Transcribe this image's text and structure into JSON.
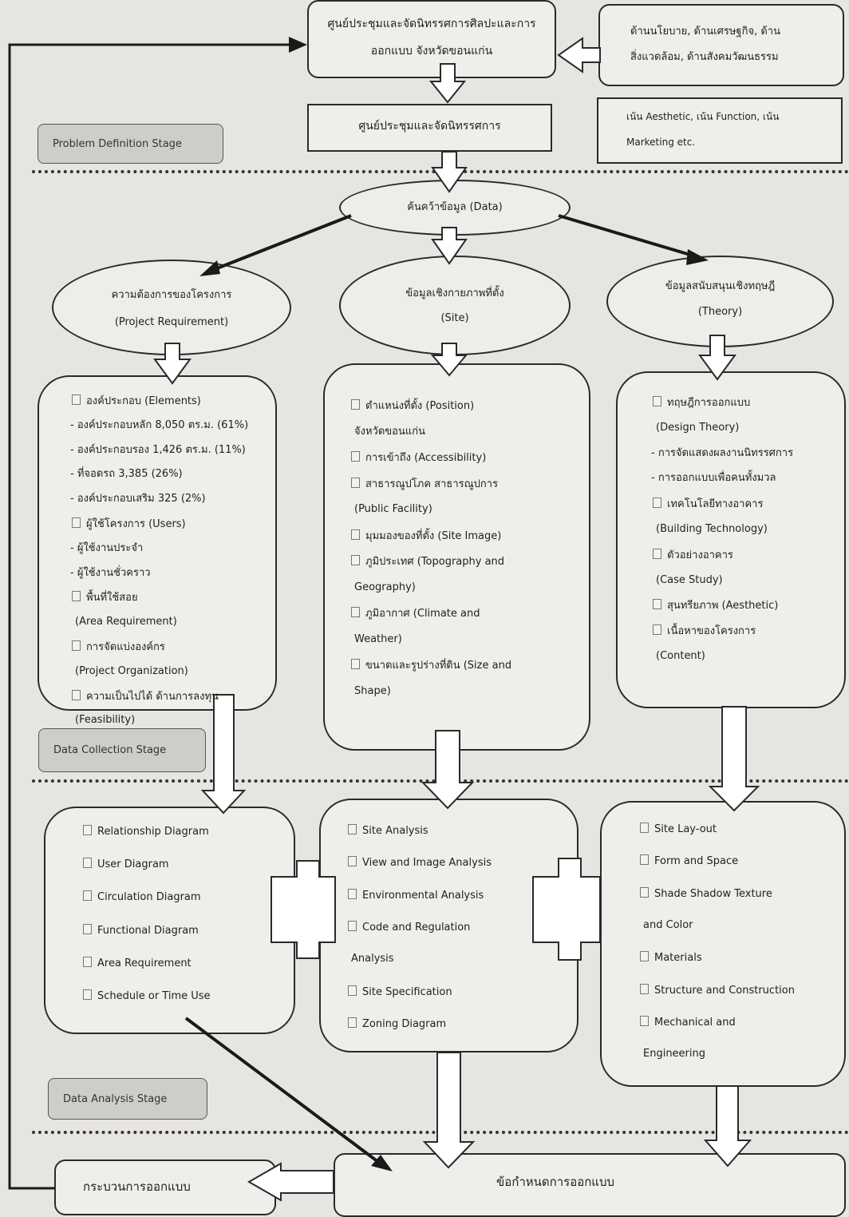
{
  "top": {
    "main_title_line1": "ศูนย์ประชุมและจัดนิทรรศการศิลปะและการ",
    "main_title_line2": "ออกแบบ จังหวัดขอนแก่น",
    "aspects_line1": "ด้านนโยบาย, ด้านเศรษฐกิจ, ด้าน",
    "aspects_line2": "สิ่งแวดล้อม, ด้านสังคมวัฒนธรรม",
    "sub_title": "ศูนย์ประชุมและจัดนิทรรศการ",
    "focus_line1": "เน้น Aesthetic, เน้น Function, เน้น",
    "focus_line2": "Marketing etc."
  },
  "stages": {
    "problem": "Problem Definition Stage",
    "collection": "Data Collection Stage",
    "analysis": "Data Analysis Stage"
  },
  "data_node": "ค้นคว้าข้อมูล (Data)",
  "ellipses": {
    "left_line1": "ความต้องการของโครงการ",
    "left_line2": "(Project Requirement)",
    "mid_line1": "ข้อมูลเชิงกายภาพที่ตั้ง",
    "mid_line2": "(Site)",
    "right_line1": "ข้อมูลสนับสนุนเชิงทฤษฎี",
    "right_line2": "(Theory)"
  },
  "collection": {
    "left": [
      {
        "text": "องค์ประกอบ (Elements)",
        "check": true
      },
      {
        "text": "- องค์ประกอบหลัก 8,050 ตร.ม. (61%)",
        "check": false
      },
      {
        "text": "- องค์ประกอบรอง 1,426 ตร.ม. (11%)",
        "check": false
      },
      {
        "text": "- ที่จอดรถ 3,385 (26%)",
        "check": false
      },
      {
        "text": "- องค์ประกอบเสริม 325 (2%)",
        "check": false
      },
      {
        "text": "ผู้ใช้โครงการ (Users)",
        "check": true
      },
      {
        "text": "- ผู้ใช้งานประจำ",
        "check": false
      },
      {
        "text": "- ผู้ใช้งานชั่วคราว",
        "check": false
      },
      {
        "text": "พื้นที่ใช้สอย",
        "check": true
      },
      {
        "text": "(Area Requirement)",
        "check": false
      },
      {
        "text": "การจัดแบ่งองค์กร",
        "check": true
      },
      {
        "text": "(Project Organization)",
        "check": false
      },
      {
        "text": "ความเป็นไปได้ ด้านการลงทุน",
        "check": true
      },
      {
        "text": "(Feasibility)",
        "check": false
      }
    ],
    "mid": [
      {
        "text": "ตำแหน่งที่ตั้ง (Position)",
        "check": true
      },
      {
        "text": "จังหวัดขอนแก่น",
        "check": false
      },
      {
        "text": "การเข้าถึง (Accessibility)",
        "check": true
      },
      {
        "text": "สาธารณูปโภค สาธารณูปการ",
        "check": true
      },
      {
        "text": "(Public Facility)",
        "check": false
      },
      {
        "text": "มุมมองของที่ตั้ง (Site Image)",
        "check": true
      },
      {
        "text": "ภูมิประเทศ (Topography and",
        "check": true
      },
      {
        "text": "Geography)",
        "check": false
      },
      {
        "text": "ภูมิอากาศ (Climate and",
        "check": true
      },
      {
        "text": "Weather)",
        "check": false
      },
      {
        "text": "ขนาดและรูปร่างที่ดิน (Size and",
        "check": true
      },
      {
        "text": "Shape)",
        "check": false
      }
    ],
    "right": [
      {
        "text": "ทฤษฎีการออกแบบ",
        "check": true
      },
      {
        "text": "(Design Theory)",
        "check": false
      },
      {
        "text": "- การจัดแสดงผลงานนิทรรศการ",
        "check": false
      },
      {
        "text": "- การออกแบบเพื่อคนทั้งมวล",
        "check": false
      },
      {
        "text": "เทคโนโลยีทางอาคาร",
        "check": true
      },
      {
        "text": "(Building Technology)",
        "check": false
      },
      {
        "text": "ตัวอย่างอาคาร",
        "check": true
      },
      {
        "text": "(Case Study)",
        "check": false
      },
      {
        "text": "สุนทรียภาพ (Aesthetic)",
        "check": true
      },
      {
        "text": "เนื้อหาของโครงการ",
        "check": true
      },
      {
        "text": "(Content)",
        "check": false
      }
    ]
  },
  "analysis": {
    "left": [
      {
        "text": "Relationship Diagram",
        "check": true
      },
      {
        "text": "User Diagram",
        "check": true
      },
      {
        "text": "Circulation Diagram",
        "check": true
      },
      {
        "text": "Functional Diagram",
        "check": true
      },
      {
        "text": "Area Requirement",
        "check": true
      },
      {
        "text": "Schedule or Time Use",
        "check": true
      }
    ],
    "mid": [
      {
        "text": "Site Analysis",
        "check": true
      },
      {
        "text": "View and Image Analysis",
        "check": true
      },
      {
        "text": "Environmental Analysis",
        "check": true
      },
      {
        "text": "Code and Regulation",
        "check": true
      },
      {
        "text": "Analysis",
        "check": false
      },
      {
        "text": "Site Specification",
        "check": true
      },
      {
        "text": "Zoning Diagram",
        "check": true
      }
    ],
    "right": [
      {
        "text": "Site Lay-out",
        "check": true
      },
      {
        "text": "Form and Space",
        "check": true
      },
      {
        "text": "Shade Shadow Texture",
        "check": true
      },
      {
        "text": "and Color",
        "check": false
      },
      {
        "text": "Materials",
        "check": true
      },
      {
        "text": "Structure and Construction",
        "check": true
      },
      {
        "text": "Mechanical and",
        "check": true
      },
      {
        "text": "Engineering",
        "check": false
      }
    ]
  },
  "bottom": {
    "design_process": "กระบวนการออกแบบ",
    "design_spec": "ข้อกำหนดการออกแบบ"
  }
}
